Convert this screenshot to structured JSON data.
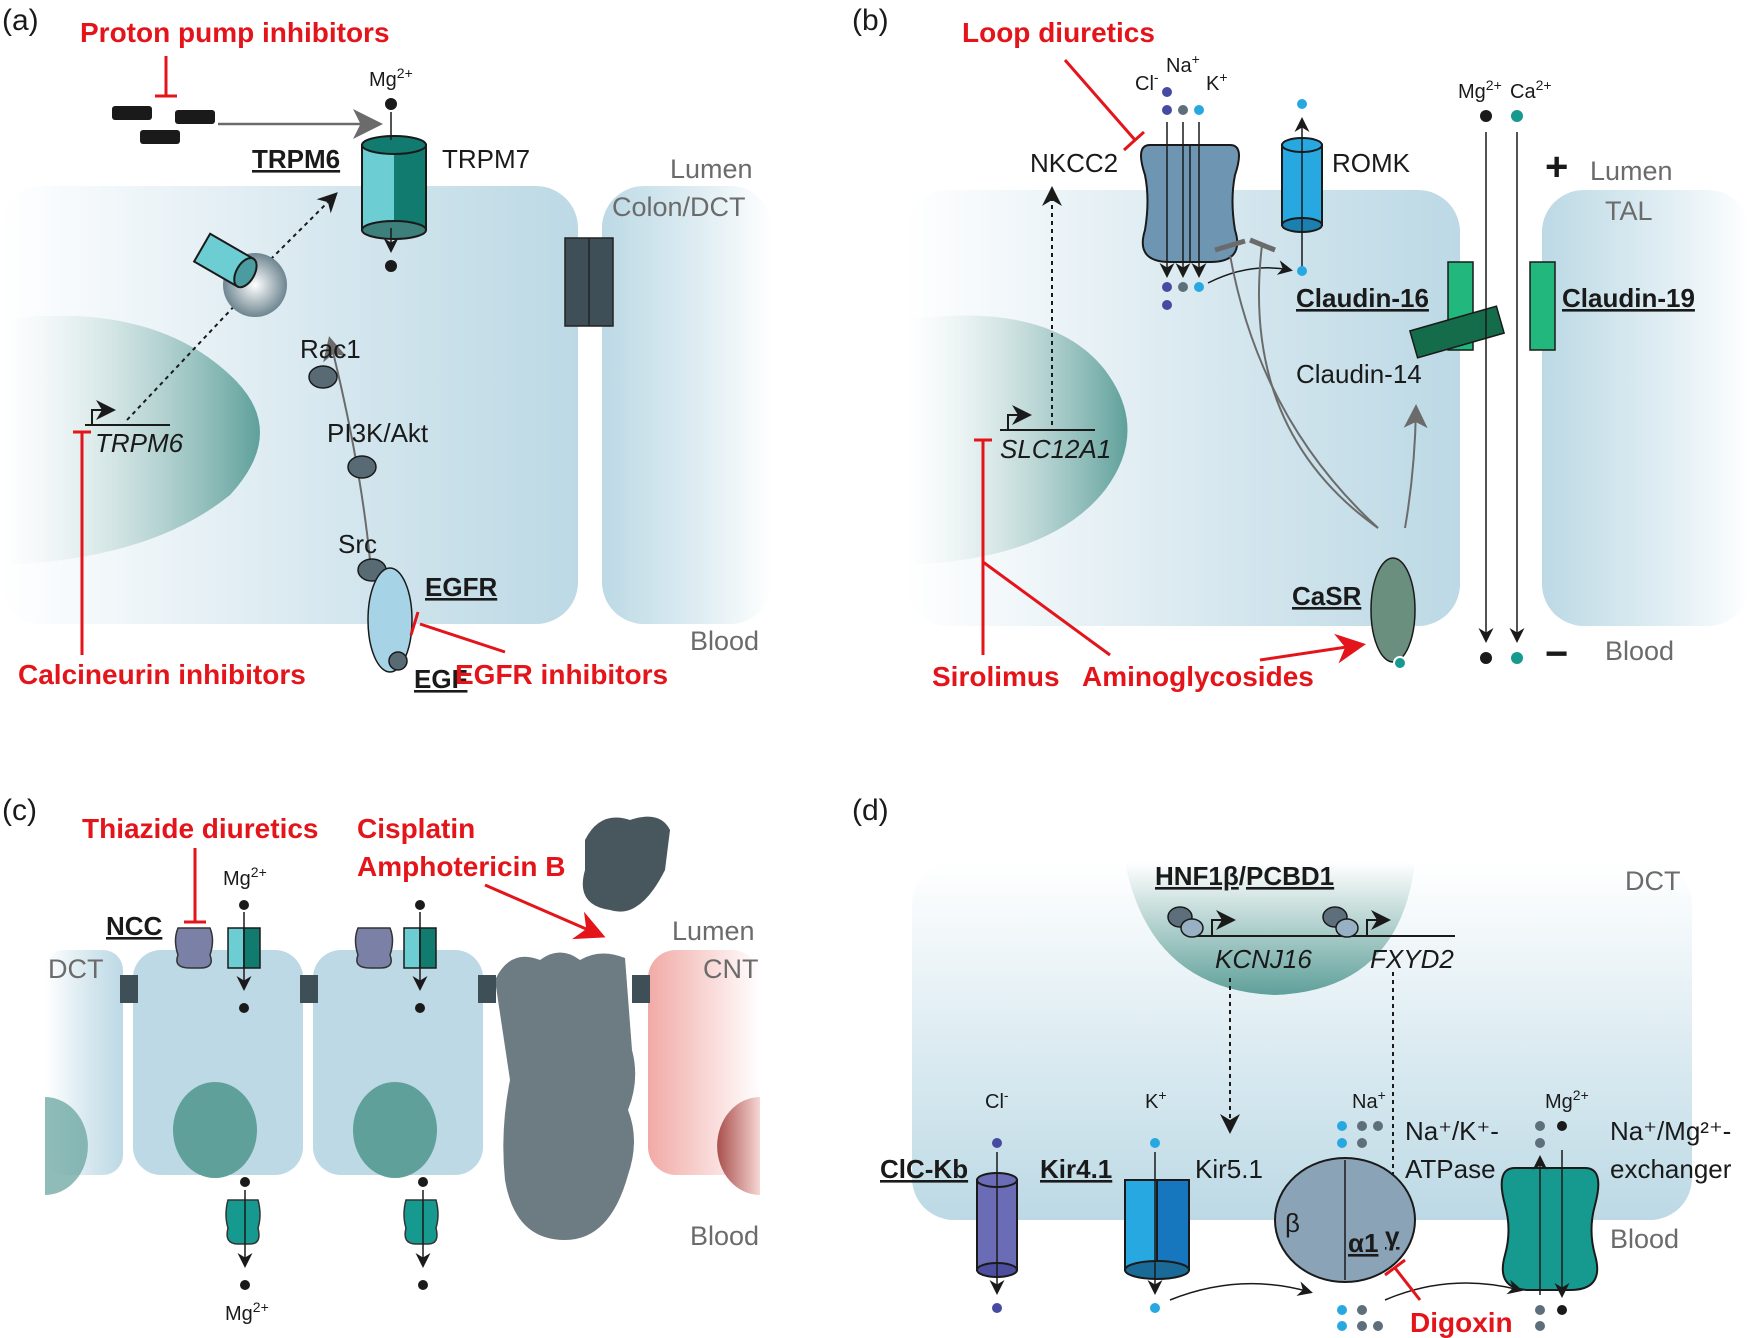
{
  "figure": {
    "panels": [
      {
        "id": "a",
        "label": "(a)",
        "drugs": {
          "ppi": "Proton pump inhibitors",
          "calcineurin": "Calcineurin inhibitors",
          "egfr_inhib": "EGFR inhibitors"
        },
        "proteins": {
          "trpm6": "TRPM6",
          "trpm7": "TRPM7",
          "rac1": "Rac1",
          "pi3k": "PI3K/Akt",
          "src": "Src",
          "egfr": "EGFR",
          "egf": "EGF"
        },
        "gene": "TRPM6",
        "ion": "Mg",
        "ion_charge": "2+",
        "compartments": {
          "lumen": "Lumen",
          "segment": "Colon/DCT",
          "blood": "Blood"
        }
      },
      {
        "id": "b",
        "label": "(b)",
        "drugs": {
          "loop": "Loop diuretics",
          "sirolimus": "Sirolimus",
          "aminoglycosides": "Aminoglycosides"
        },
        "proteins": {
          "nkcc2": "NKCC2",
          "romk": "ROMK",
          "cldn16": "Claudin-16",
          "cldn19": "Claudin-19",
          "cldn14": "Claudin-14",
          "casr": "CaSR"
        },
        "gene": "SLC12A1",
        "ions": {
          "cl": "Cl",
          "cl_charge": "-",
          "na": "Na",
          "na_charge": "+",
          "k": "K",
          "k_charge": "+",
          "mg": "Mg",
          "mg_charge": "2+",
          "ca": "Ca",
          "ca_charge": "2+"
        },
        "signs": {
          "plus": "+",
          "minus": "−"
        },
        "compartments": {
          "lumen": "Lumen",
          "segment": "TAL",
          "blood": "Blood"
        }
      },
      {
        "id": "c",
        "label": "(c)",
        "drugs": {
          "thiazide": "Thiazide diuretics",
          "cisplatin": "Cisplatin",
          "amphotericin": "Amphotericin B"
        },
        "proteins": {
          "ncc": "NCC"
        },
        "ion": "Mg",
        "ion_charge": "2+",
        "compartments": {
          "dct": "DCT",
          "lumen": "Lumen",
          "cnt": "CNT",
          "blood": "Blood"
        }
      },
      {
        "id": "d",
        "label": "(d)",
        "drugs": {
          "digoxin": "Digoxin"
        },
        "transcription": {
          "hnf1b": "HNF1β",
          "sep": "/",
          "pcbd1": "PCBD1"
        },
        "genes": {
          "kcnj16": "KCNJ16",
          "fxyd2": "FXYD2"
        },
        "proteins": {
          "clckb": "ClC-Kb",
          "kir41": "Kir4.1",
          "kir51": "Kir5.1",
          "atpase_line1": "Na⁺/K⁺-",
          "atpase_line2": "ATPase",
          "exch_line1": "Na⁺/Mg²⁺-",
          "exch_line2": "exchanger",
          "beta": "β",
          "alpha1": "α1",
          "gamma": "γ"
        },
        "ions": {
          "cl": "Cl",
          "cl_charge": "-",
          "k": "K",
          "k_charge": "+",
          "na": "Na",
          "na_charge": "+",
          "mg": "Mg",
          "mg_charge": "2+"
        },
        "compartments": {
          "segment": "DCT",
          "blood": "Blood"
        }
      }
    ],
    "colors": {
      "drug_red": "#e3151b",
      "cell_blue": "#bcd9e5",
      "nucleus_teal": "#5fa09a",
      "junction_dark": "#3e4f57",
      "trpm6_light": "#6ccdd2",
      "trpm7_dark": "#127b70",
      "cl_ion": "#464aa0",
      "na_ion": "#5c6f7a",
      "k_ion": "#28a8e0",
      "ca_ion": "#169a90",
      "claudin_light": "#21b77d",
      "claudin_dark": "#146c4a",
      "cnt_pink": "#f1aaa6",
      "dead_cell": "#6c7c82"
    }
  }
}
